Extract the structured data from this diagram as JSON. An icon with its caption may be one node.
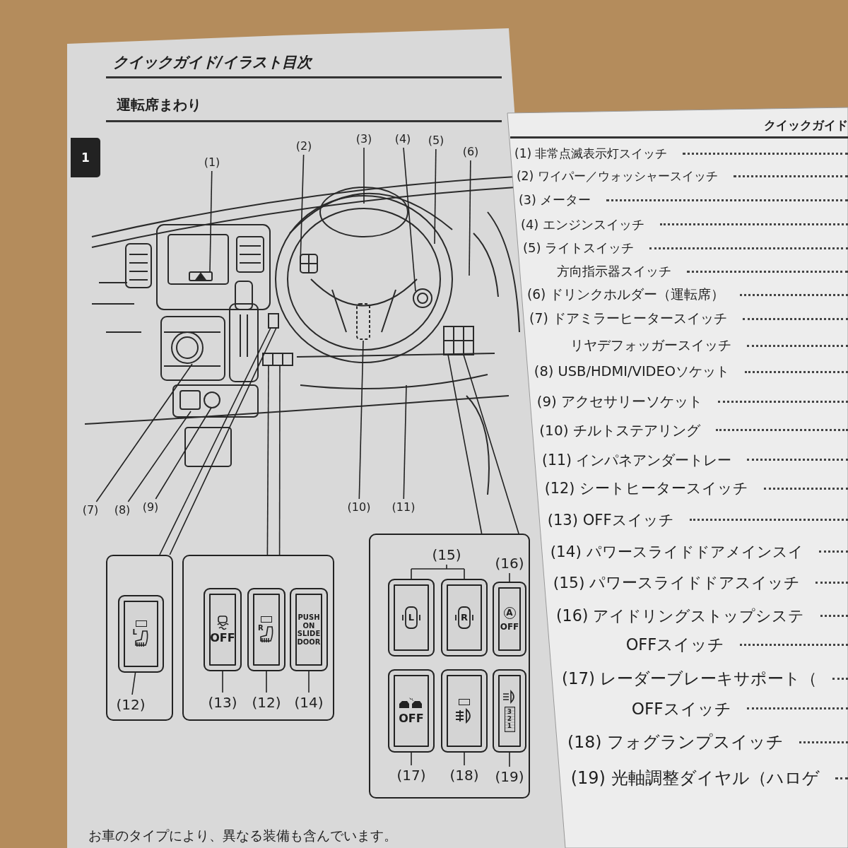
{
  "diagram": {
    "title": "クイックガイド/イラスト目次",
    "nodes": [
      {
        "text": [
          "(1)"
        ]
      },
      {
        "text": [
          "(2)"
        ]
      },
      {
        "text": [
          "(3)"
        ]
      },
      {
        "text": [
          "(4)"
        ]
      },
      {
        "text": [
          "(5)"
        ]
      },
      {
        "text": [
          "(6)"
        ]
      },
      {
        "text": [
          "(7)"
        ]
      },
      {
        "text": [
          "(8)"
        ]
      },
      {
        "text": [
          "(9)"
        ]
      },
      {
        "text": [
          "(10)"
        ]
      },
      {
        "text": [
          "(11)"
        ]
      },
      {
        "text": [],
        "shape": "box"
      },
      {
        "text": [],
        "shape": "box"
      },
      {
        "text": [],
        "shape": "box"
      },
      {
        "text": [
          "L"
        ],
        "in": 11
      },
      {
        "text": [
          "(12)"
        ],
        "in": 11
      },
      {
        "text": [
          "OFF"
        ],
        "in": 12
      },
      {
        "text": [
          "R"
        ],
        "in": 12
      },
      {
        "text": [
          "PUSH ON SLIDE DOOR"
        ],
        "in": 12
      },
      {
        "text": [
          "(13)"
        ],
        "in": 12
      },
      {
        "text": [
          "(12)"
        ],
        "in": 12
      },
      {
        "text": [
          "(14)"
        ],
        "in": 12
      },
      {
        "text": [
          "L"
        ],
        "in": 13
      },
      {
        "text": [
          "R"
        ],
        "in": 13
      },
      {
        "text": [
          "A",
          "OFF"
        ],
        "in": 13
      },
      {
        "text": [
          "OFF"
        ],
        "in": 13
      },
      {
        "text": [],
        "shape": "box",
        "in": 13
      },
      {
        "text": [
          "3 2 1"
        ],
        "in": 13
      },
      {
        "text": [
          "(15)"
        ],
        "in": 13
      },
      {
        "text": [
          "(16)"
        ],
        "in": 13
      },
      {
        "text": [
          "(17)"
        ],
        "in": 13
      },
      {
        "text": [
          "(18)"
        ],
        "in": 13
      },
      {
        "text": [
          "(19)"
        ],
        "in": 13
      }
    ],
    "edges": [
      {
        "from": 0,
        "to": null,
        "arrow": "none"
      },
      {
        "from": 1,
        "to": null,
        "arrow": "none"
      },
      {
        "from": 2,
        "to": null,
        "arrow": "none"
      },
      {
        "from": 3,
        "to": null,
        "arrow": "none"
      },
      {
        "from": 4,
        "to": null,
        "arrow": "none"
      },
      {
        "from": 5,
        "to": null,
        "arrow": "none"
      },
      {
        "from": 6,
        "to": null,
        "arrow": "none"
      },
      {
        "from": 7,
        "to": null,
        "arrow": "none"
      },
      {
        "from": 8,
        "to": null,
        "arrow": "none"
      },
      {
        "from": 9,
        "to": null,
        "arrow": "none"
      },
      {
        "from": 10,
        "to": null,
        "arrow": "none"
      },
      {
        "from": 11,
        "to": null,
        "arrow": "none"
      },
      {
        "from": 11,
        "to": null,
        "arrow": "none"
      },
      {
        "from": 12,
        "to": null,
        "arrow": "none"
      },
      {
        "from": 12,
        "to": null,
        "arrow": "none"
      },
      {
        "from": 13,
        "to": null,
        "arrow": "none"
      },
      {
        "from": 13,
        "to": null,
        "arrow": "none"
      },
      {
        "from": 15,
        "to": 14,
        "arrow": "none"
      },
      {
        "from": 19,
        "to": 16,
        "arrow": "none"
      },
      {
        "from": 20,
        "to": 17,
        "arrow": "none"
      },
      {
        "from": 21,
        "to": 18,
        "arrow": "none"
      },
      {
        "from": 28,
        "to": 22,
        "arrow": "none"
      },
      {
        "from": 28,
        "to": 23,
        "arrow": "none"
      },
      {
        "from": 29,
        "to": 24,
        "arrow": "none"
      },
      {
        "from": 30,
        "to": 25,
        "arrow": "none"
      },
      {
        "from": 31,
        "to": 26,
        "arrow": "none"
      },
      {
        "from": 32,
        "to": 27,
        "arrow": "none"
      }
    ],
    "labels": [
      "運転席まわり",
      "1",
      "クイックガイド",
      "(1) 非常点滅表示灯スイッチ",
      "(2) ワイパー／ウォッシャースイッチ",
      "(3) メーター",
      "(4) エンジンスイッチ",
      "(5) ライトスイッチ",
      "方向指示器スイッチ",
      "(6) ドリンクホルダー（運転席）",
      "(7) ドアミラーヒータースイッチ",
      "リヤデフォッガースイッチ",
      "(8) USB/HDMI/VIDEOソケット",
      "(9) アクセサリーソケット",
      "(10) チルトステアリング",
      "(11) インパネアンダートレー",
      "(12) シートヒータースイッチ",
      "(13) OFFスイッチ",
      "(14) パワースライドドアメインスイ",
      "(15) パワースライドドアスイッチ",
      "(16) アイドリングストップシステ",
      "OFFスイッチ",
      "(17) レーダーブレーキサポート（",
      "OFFスイッチ",
      "(18) フォグランプスイッチ",
      "(19) 光軸調整ダイヤル（ハロゲ",
      "お車のタイプにより、異なる装備も含んでいます。"
    ]
  }
}
